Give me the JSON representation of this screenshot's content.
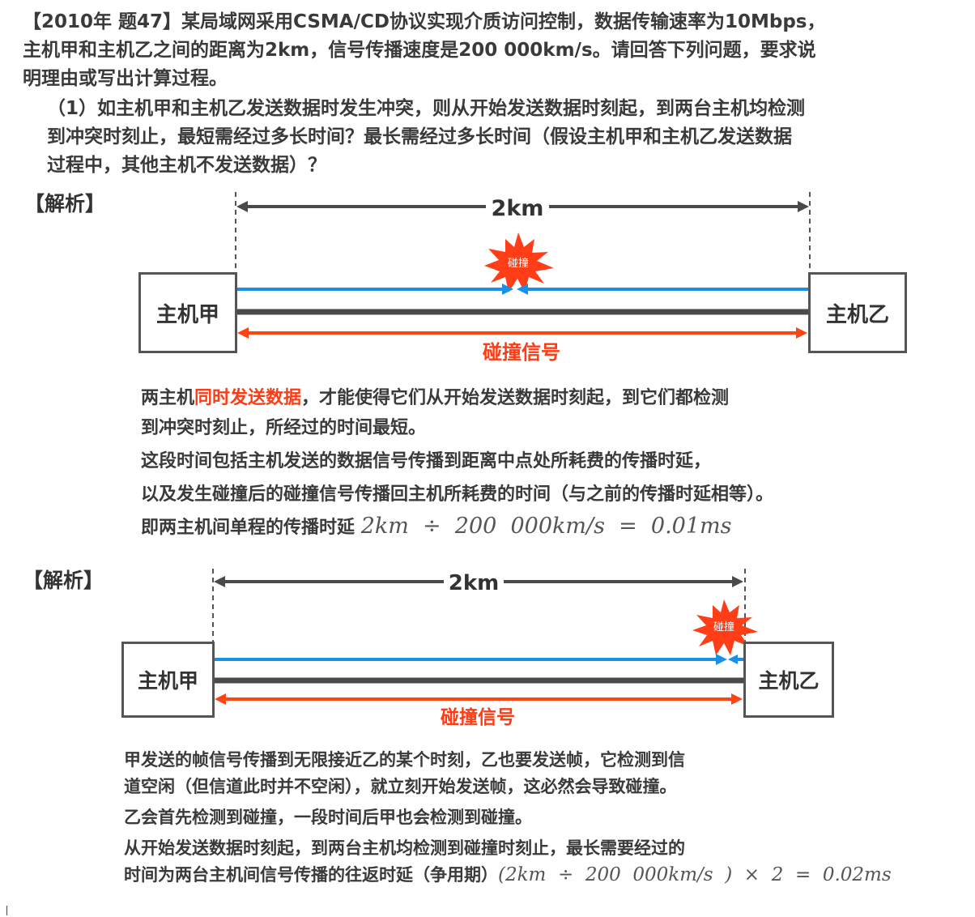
{
  "question": {
    "line1": "【2010年 题47】某局域网采用CSMA/CD协议实现介质访问控制，数据传输速率为10Mbps，",
    "line2": "主机甲和主机乙之间的距离为2km，信号传播速度是200 000km/s。请回答下列问题，要求说",
    "line3": "明理由或写出计算过程。",
    "sub1": "（1）如主机甲和主机乙发送数据时发生冲突，则从开始发送数据时刻起，到两台主机均检测",
    "sub2": "到冲突时刻止，最短需经过多长时间？最长需经过多长时间（假设主机甲和主机乙发送数据",
    "sub3": "过程中，其他主机不发送数据）？"
  },
  "analysis1": {
    "heading": "【解析】",
    "distance_label": "2km",
    "collision_label": "碰撞",
    "host_a": "主机甲",
    "host_b": "主机乙",
    "signal_label": "碰撞信号",
    "p1_pre": "两主机",
    "p1_red": "同时发送数据",
    "p1_post": "，才能使得它们从开始发送数据时刻起，到它们都检测",
    "p1_line2": "到冲突时刻止，所经过的时间最短。",
    "p2_line1": "这段时间包括主机发送的数据信号传播到距离中点处所耗费的传播时延，",
    "p2_line2": "以及发生碰撞后的碰撞信号传播回主机所耗费的时间（与之前的传播时延相等）。",
    "p3_text": "即两主机间单程的传播时延",
    "p3_formula": "2km  ÷  200  000km/s  =  0.01ms"
  },
  "analysis2": {
    "heading": "【解析】",
    "distance_label": "2km",
    "collision_label": "碰撞",
    "host_a": "主机甲",
    "host_b": "主机乙",
    "signal_label": "碰撞信号",
    "l1": "甲发送的帧信号传播到无限接近乙的某个时刻，乙也要发送帧，它检测到信",
    "l2": "道空闲（但信道此时并不空闲），就立刻开始发送帧，这必然会导致碰撞。",
    "l3": "乙会首先检测到碰撞，一段时间后甲也会检测到碰撞。",
    "l4": "从开始发送数据时刻起，到两台主机均检测到碰撞时刻止，最长需要经过的",
    "l5_text": "时间为两台主机间信号传播的往返时延（争用期）",
    "l5_formula": "(2km  ÷  200  000km/s  )  ×  2  =  0.02ms"
  },
  "colors": {
    "blue_arrow": "#1a8fe6",
    "red_arrow": "#ff4411",
    "line_gray": "#4a4a4a",
    "burst": "#ff3d17"
  }
}
